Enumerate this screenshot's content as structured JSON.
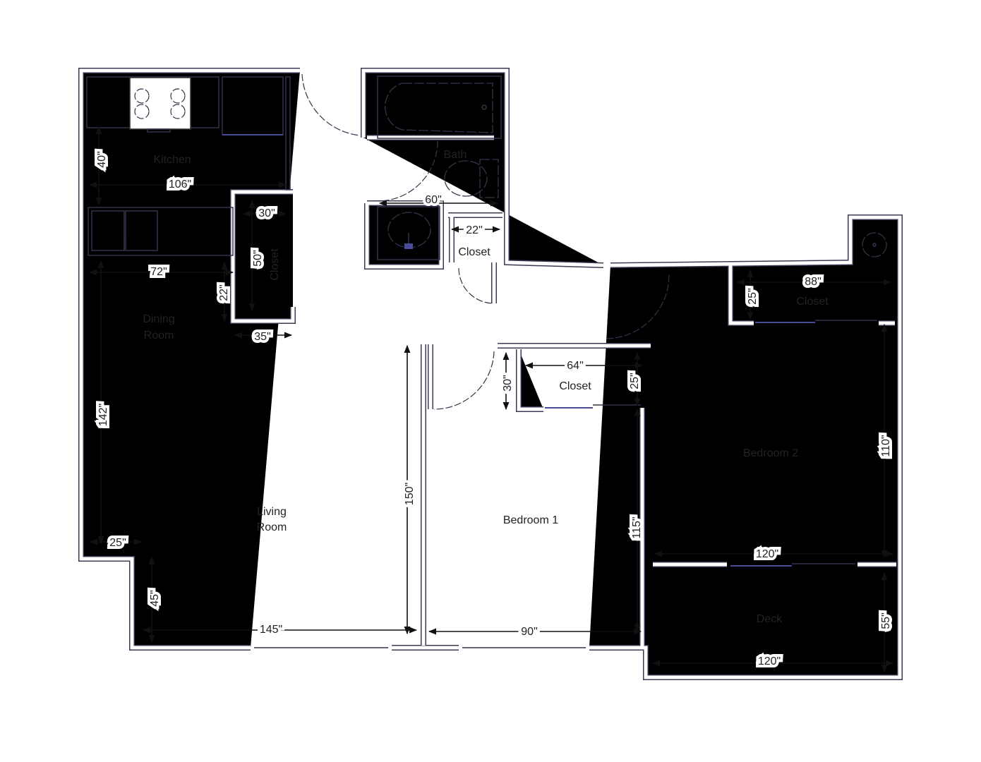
{
  "title": "Apartment floor plan",
  "rooms": {
    "kitchen": "Kitchen",
    "bath": "Bath",
    "kitchen_closet": "Closet",
    "bath_closet": "Closet",
    "dining_1": "Dining",
    "dining_2": "Room",
    "living_1": "Living",
    "living_2": "Room",
    "bedroom1": "Bedroom 1",
    "bedroom1_closet": "Closet",
    "bedroom2_closet": "Closet",
    "bedroom2": "Bedroom 2",
    "deck": "Deck"
  },
  "dims": [
    "40\"",
    "106\"",
    "30\"",
    "50\"",
    "72\"",
    "22\"",
    "35\"",
    "142\"",
    "25\"",
    "45\"",
    "145\"",
    "150\"",
    "60\"",
    "22\"",
    "88\"",
    "25\"",
    "64\"",
    "30\"",
    "25\"",
    "110\"",
    "115\"",
    "120\"",
    "90\"",
    "55\"",
    "120\""
  ],
  "colors": {
    "wall": "#3a3a55",
    "fixture_accent": "#4a4a9a"
  }
}
